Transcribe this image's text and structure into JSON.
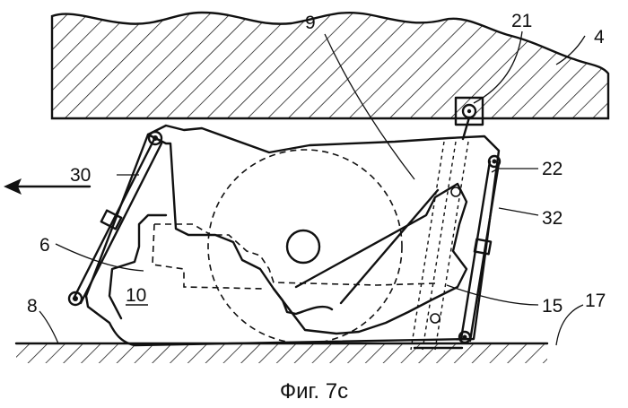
{
  "figure": {
    "caption": "Фиг. 7с",
    "labels": {
      "l4": "4",
      "l6": "6",
      "l8": "8",
      "l9": "9",
      "l10": "10",
      "l15": "15",
      "l17": "17",
      "l21": "21",
      "l22": "22",
      "l30": "30",
      "l32": "32"
    }
  }
}
